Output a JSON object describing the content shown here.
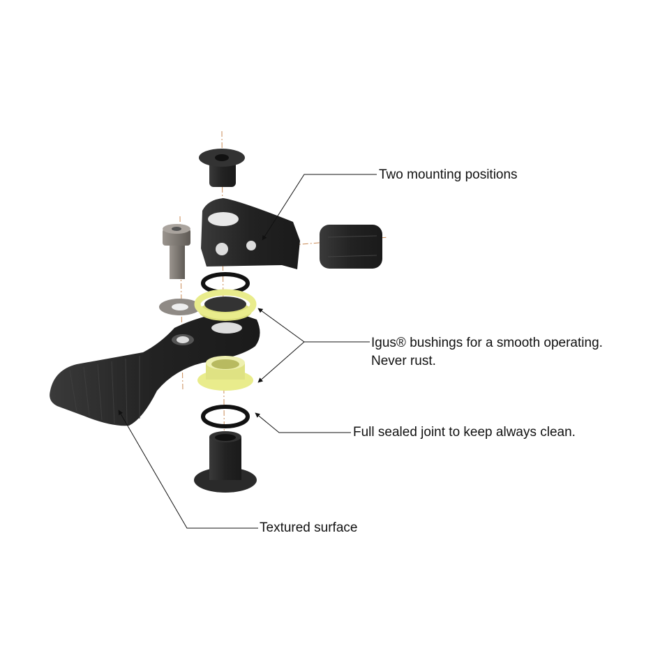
{
  "labels": {
    "mounting": "Two mounting positions",
    "bushings_line1": "Igus® bushings for a smooth operating.",
    "bushings_line2": "Never rust.",
    "sealed": "Full sealed joint to keep always clean.",
    "textured": "Textured surface"
  },
  "colors": {
    "part_dark": "#2b2b2b",
    "bushing_yellow": "#e9ec8c",
    "centerline": "#c98a55",
    "bolt_grey": "#8a857f"
  }
}
